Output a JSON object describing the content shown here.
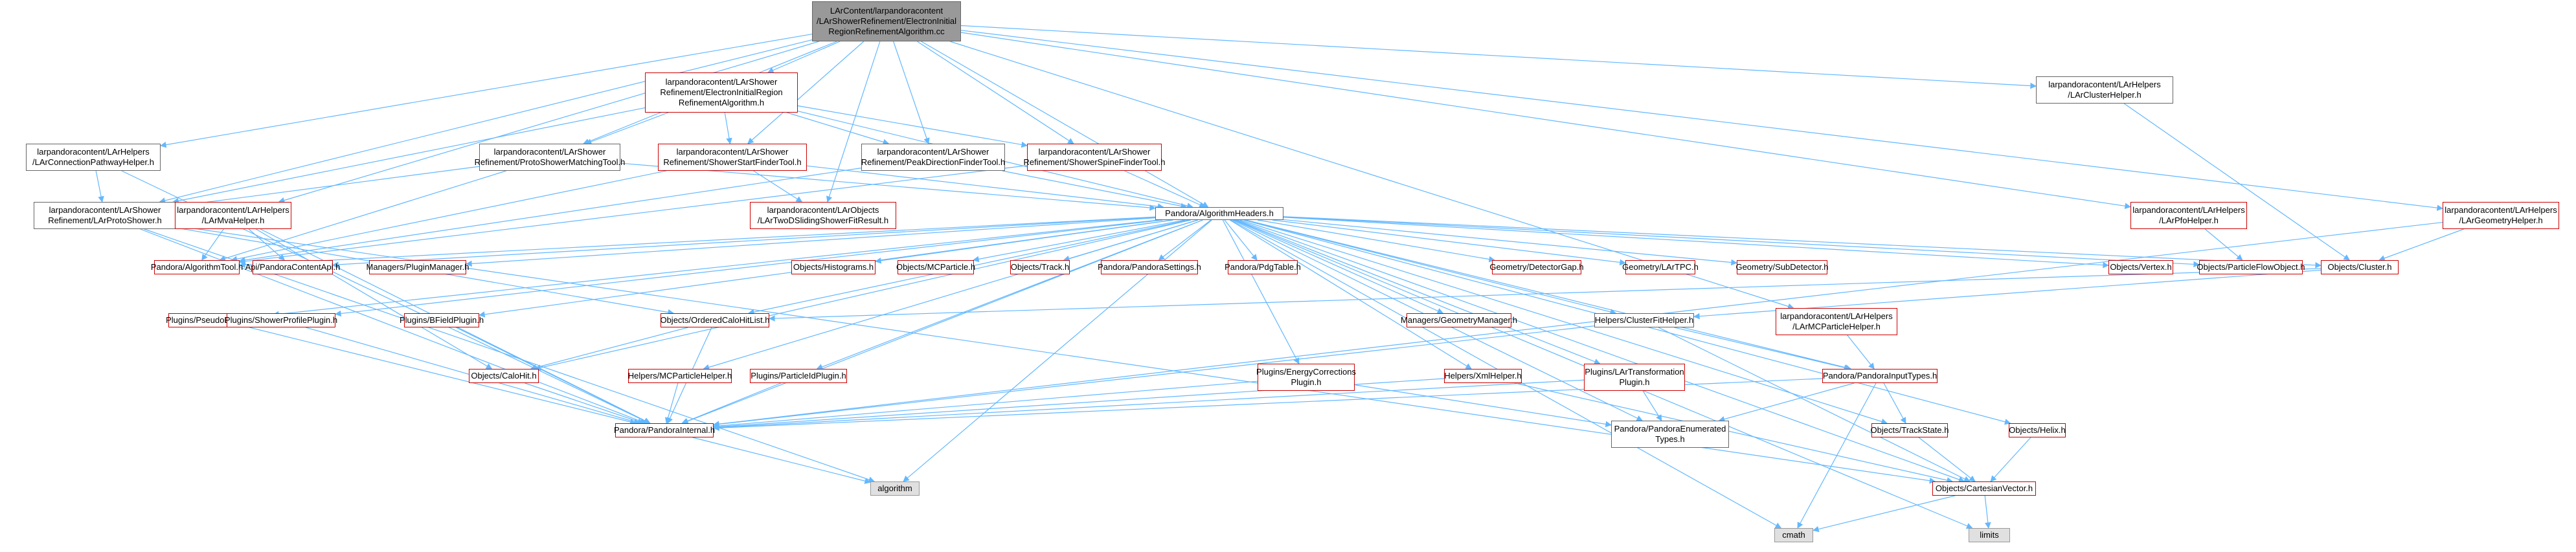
{
  "diagram": {
    "nodes": [
      {
        "id": "root",
        "label": "LArContent/larpandoracontent\n/LArShowerRefinement/ElectronInitial\nRegionRefinementAlgorithm.cc",
        "style": "root"
      },
      {
        "id": "lh_path",
        "label": "larpandoracontent/LArHelpers\n/LArConnectionPathwayHelper.h",
        "style": "plain"
      },
      {
        "id": "eirr",
        "label": "larpandoracontent/LArShower\nRefinement/ElectronInitialRegion\nRefinementAlgorithm.h",
        "style": "red"
      },
      {
        "id": "clusterhelper",
        "label": "larpandoracontent/LArHelpers\n/LArClusterHelper.h",
        "style": "plain"
      },
      {
        "id": "protoshower",
        "label": "larpandoracontent/LArShower\nRefinement/LArProtoShower.h",
        "style": "plain"
      },
      {
        "id": "mvahelper",
        "label": "larpandoracontent/LArHelpers\n/LArMvaHelper.h",
        "style": "red"
      },
      {
        "id": "psmatch",
        "label": "larpandoracontent/LArShower\nRefinement/ProtoShowerMatchingTool.h",
        "style": "plain"
      },
      {
        "id": "ssf",
        "label": "larpandoracontent/LArShower\nRefinement/ShowerStartFinderTool.h",
        "style": "red"
      },
      {
        "id": "pdf",
        "label": "larpandoracontent/LArShower\nRefinement/PeakDirectionFinderTool.h",
        "style": "plain"
      },
      {
        "id": "spine",
        "label": "larpandoracontent/LArShower\nRefinement/ShowerSpineFinderTool.h",
        "style": "red"
      },
      {
        "id": "pfohelper",
        "label": "larpandoracontent/LArHelpers\n/LArPfoHelper.h",
        "style": "red"
      },
      {
        "id": "geomhelper",
        "label": "larpandoracontent/LArHelpers\n/LArGeometryHelper.h",
        "style": "red"
      },
      {
        "id": "twod",
        "label": "larpandoracontent/LArObjects\n/LArTwoDSlidingShowerFitResult.h",
        "style": "red"
      },
      {
        "id": "algheaders",
        "label": "Pandora/AlgorithmHeaders.h",
        "style": "plain"
      },
      {
        "id": "algtool",
        "label": "Pandora/AlgorithmTool.h",
        "style": "red"
      },
      {
        "id": "api",
        "label": "Api/PandoraContentApi.h",
        "style": "red"
      },
      {
        "id": "plugman",
        "label": "Managers/PluginManager.h",
        "style": "red"
      },
      {
        "id": "hist",
        "label": "Objects/Histograms.h",
        "style": "red"
      },
      {
        "id": "mcp",
        "label": "Objects/MCParticle.h",
        "style": "red"
      },
      {
        "id": "track",
        "label": "Objects/Track.h",
        "style": "red"
      },
      {
        "id": "settings",
        "label": "Pandora/PandoraSettings.h",
        "style": "red"
      },
      {
        "id": "pdg",
        "label": "Pandora/PdgTable.h",
        "style": "red"
      },
      {
        "id": "gap",
        "label": "Geometry/DetectorGap.h",
        "style": "red"
      },
      {
        "id": "lartpc",
        "label": "Geometry/LArTPC.h",
        "style": "red"
      },
      {
        "id": "subdet",
        "label": "Geometry/SubDetector.h",
        "style": "red"
      },
      {
        "id": "vertex",
        "label": "Objects/Vertex.h",
        "style": "red"
      },
      {
        "id": "pfo",
        "label": "Objects/ParticleFlowObject.h",
        "style": "red"
      },
      {
        "id": "cluster",
        "label": "Objects/Cluster.h",
        "style": "red"
      },
      {
        "id": "pseudo",
        "label": "Plugins/PseudoLayerPlugin.h",
        "style": "red"
      },
      {
        "id": "showerprof",
        "label": "Plugins/ShowerProfilePlugin.h",
        "style": "red"
      },
      {
        "id": "bfield",
        "label": "Plugins/BFieldPlugin.h",
        "style": "red"
      },
      {
        "id": "ochl",
        "label": "Objects/OrderedCaloHitList.h",
        "style": "red"
      },
      {
        "id": "geoman",
        "label": "Managers/GeometryManager.h",
        "style": "red"
      },
      {
        "id": "cfh",
        "label": "Helpers/ClusterFitHelper.h",
        "style": "plain"
      },
      {
        "id": "mcphelperlar",
        "label": "larpandoracontent/LArHelpers\n/LArMCParticleHelper.h",
        "style": "red"
      },
      {
        "id": "calohit",
        "label": "Objects/CaloHit.h",
        "style": "red"
      },
      {
        "id": "hmcp",
        "label": "Helpers/MCParticleHelper.h",
        "style": "red"
      },
      {
        "id": "pidplug",
        "label": "Plugins/ParticleIdPlugin.h",
        "style": "red"
      },
      {
        "id": "energy",
        "label": "Plugins/EnergyCorrections\nPlugin.h",
        "style": "red"
      },
      {
        "id": "xml",
        "label": "Helpers/XmlHelper.h",
        "style": "red"
      },
      {
        "id": "lartrans",
        "label": "Plugins/LArTransformation\nPlugin.h",
        "style": "red"
      },
      {
        "id": "inputtypes",
        "label": "Pandora/PandoraInputTypes.h",
        "style": "red"
      },
      {
        "id": "trackstate",
        "label": "Objects/TrackState.h",
        "style": "red"
      },
      {
        "id": "helix",
        "label": "Objects/Helix.h",
        "style": "red"
      },
      {
        "id": "internal",
        "label": "Pandora/PandoraInternal.h",
        "style": "red"
      },
      {
        "id": "enums",
        "label": "Pandora/PandoraEnumerated\nTypes.h",
        "style": "plain"
      },
      {
        "id": "cartesian",
        "label": "Objects/CartesianVector.h",
        "style": "red"
      },
      {
        "id": "algorithm",
        "label": "algorithm",
        "style": "grey"
      },
      {
        "id": "cmath",
        "label": "cmath",
        "style": "grey"
      },
      {
        "id": "limits",
        "label": "limits",
        "style": "grey"
      }
    ],
    "edges": [
      [
        "root",
        "lh_path"
      ],
      [
        "root",
        "eirr"
      ],
      [
        "root",
        "clusterhelper"
      ],
      [
        "root",
        "protoshower"
      ],
      [
        "root",
        "mvahelper"
      ],
      [
        "root",
        "psmatch"
      ],
      [
        "root",
        "ssf"
      ],
      [
        "root",
        "pdf"
      ],
      [
        "root",
        "spine"
      ],
      [
        "root",
        "pfohelper"
      ],
      [
        "root",
        "geomhelper"
      ],
      [
        "root",
        "twod"
      ],
      [
        "root",
        "algheaders"
      ],
      [
        "root",
        "mcphelperlar"
      ],
      [
        "lh_path",
        "protoshower"
      ],
      [
        "lh_path",
        "internal"
      ],
      [
        "eirr",
        "protoshower"
      ],
      [
        "eirr",
        "psmatch"
      ],
      [
        "eirr",
        "ssf"
      ],
      [
        "eirr",
        "pdf"
      ],
      [
        "eirr",
        "spine"
      ],
      [
        "eirr",
        "algheaders"
      ],
      [
        "psmatch",
        "protoshower"
      ],
      [
        "psmatch",
        "algtool"
      ],
      [
        "psmatch",
        "algheaders"
      ],
      [
        "ssf",
        "algtool"
      ],
      [
        "ssf",
        "twod"
      ],
      [
        "ssf",
        "algheaders"
      ],
      [
        "pdf",
        "algtool"
      ],
      [
        "pdf",
        "algheaders"
      ],
      [
        "spine",
        "algtool"
      ],
      [
        "spine",
        "algheaders"
      ],
      [
        "clusterhelper",
        "cluster"
      ],
      [
        "pfohelper",
        "pfo"
      ],
      [
        "geomhelper",
        "cluster"
      ],
      [
        "geomhelper",
        "internal"
      ],
      [
        "mvahelper",
        "algtool"
      ],
      [
        "mvahelper",
        "api"
      ],
      [
        "mvahelper",
        "calohit"
      ],
      [
        "mvahelper",
        "internal"
      ],
      [
        "protoshower",
        "internal"
      ],
      [
        "protoshower",
        "cartesian"
      ],
      [
        "protoshower",
        "ochl"
      ],
      [
        "protoshower",
        "algorithm"
      ],
      [
        "algheaders",
        "algtool"
      ],
      [
        "algheaders",
        "api"
      ],
      [
        "algheaders",
        "plugman"
      ],
      [
        "algheaders",
        "hist"
      ],
      [
        "algheaders",
        "mcp"
      ],
      [
        "algheaders",
        "track"
      ],
      [
        "algheaders",
        "settings"
      ],
      [
        "algheaders",
        "pdg"
      ],
      [
        "algheaders",
        "gap"
      ],
      [
        "algheaders",
        "lartpc"
      ],
      [
        "algheaders",
        "subdet"
      ],
      [
        "algheaders",
        "vertex"
      ],
      [
        "algheaders",
        "pfo"
      ],
      [
        "algheaders",
        "cluster"
      ],
      [
        "algheaders",
        "pseudo"
      ],
      [
        "algheaders",
        "showerprof"
      ],
      [
        "algheaders",
        "bfield"
      ],
      [
        "algheaders",
        "ochl"
      ],
      [
        "algheaders",
        "geoman"
      ],
      [
        "algheaders",
        "cfh"
      ],
      [
        "algheaders",
        "calohit"
      ],
      [
        "algheaders",
        "hmcp"
      ],
      [
        "algheaders",
        "pidplug"
      ],
      [
        "algheaders",
        "energy"
      ],
      [
        "algheaders",
        "xml"
      ],
      [
        "algheaders",
        "lartrans"
      ],
      [
        "algheaders",
        "inputtypes"
      ],
      [
        "algheaders",
        "trackstate"
      ],
      [
        "algheaders",
        "helix"
      ],
      [
        "algheaders",
        "internal"
      ],
      [
        "algheaders",
        "enums"
      ],
      [
        "algheaders",
        "cartesian"
      ],
      [
        "algheaders",
        "algorithm"
      ],
      [
        "algheaders",
        "cmath"
      ],
      [
        "algheaders",
        "limits"
      ],
      [
        "cluster",
        "ochl"
      ],
      [
        "cluster",
        "cfh"
      ],
      [
        "ochl",
        "calohit"
      ],
      [
        "ochl",
        "internal"
      ],
      [
        "cfh",
        "internal"
      ],
      [
        "cfh",
        "inputtypes"
      ],
      [
        "cfh",
        "cartesian"
      ],
      [
        "pseudo",
        "internal"
      ],
      [
        "showerprof",
        "internal"
      ],
      [
        "bfield",
        "internal"
      ],
      [
        "calohit",
        "internal"
      ],
      [
        "hmcp",
        "internal"
      ],
      [
        "pidplug",
        "internal"
      ],
      [
        "energy",
        "internal"
      ],
      [
        "energy",
        "enums"
      ],
      [
        "xml",
        "internal"
      ],
      [
        "xml",
        "cartesian"
      ],
      [
        "lartrans",
        "internal"
      ],
      [
        "lartrans",
        "enums"
      ],
      [
        "inputtypes",
        "internal"
      ],
      [
        "inputtypes",
        "enums"
      ],
      [
        "inputtypes",
        "trackstate"
      ],
      [
        "inputtypes",
        "cmath"
      ],
      [
        "trackstate",
        "cartesian"
      ],
      [
        "helix",
        "cartesian"
      ],
      [
        "internal",
        "algorithm"
      ],
      [
        "cartesian",
        "cmath"
      ],
      [
        "cartesian",
        "limits"
      ],
      [
        "mcphelperlar",
        "inputtypes"
      ]
    ]
  }
}
